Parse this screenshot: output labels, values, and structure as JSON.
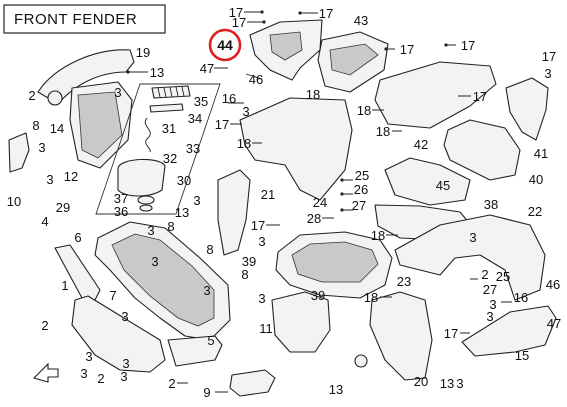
{
  "title": "FRONT FENDER",
  "highlight": {
    "label": "44",
    "color": "#e02020"
  },
  "icons": {
    "direction": "forward-arrow-icon"
  },
  "callouts": [
    "19",
    "13",
    "2",
    "3",
    "14",
    "8",
    "3",
    "12",
    "3",
    "10",
    "47",
    "35",
    "34",
    "31",
    "33",
    "32",
    "30",
    "37",
    "36",
    "29",
    "17",
    "17",
    "17",
    "46",
    "43",
    "17",
    "17",
    "17",
    "3",
    "18",
    "16",
    "3",
    "17",
    "18",
    "18",
    "17",
    "18",
    "42",
    "41",
    "40",
    "45",
    "38",
    "22",
    "21",
    "25",
    "26",
    "24",
    "27",
    "28",
    "17",
    "3",
    "18",
    "3",
    "2",
    "25",
    "27",
    "3",
    "16",
    "46",
    "47",
    "15",
    "17",
    "3",
    "20",
    "13",
    "3",
    "4",
    "6",
    "3",
    "13",
    "8",
    "3",
    "8",
    "3",
    "39",
    "8",
    "3",
    "3",
    "39",
    "23",
    "18",
    "1",
    "7",
    "2",
    "3",
    "3",
    "2",
    "3",
    "3",
    "2",
    "5",
    "9",
    "11",
    "13",
    "3"
  ]
}
